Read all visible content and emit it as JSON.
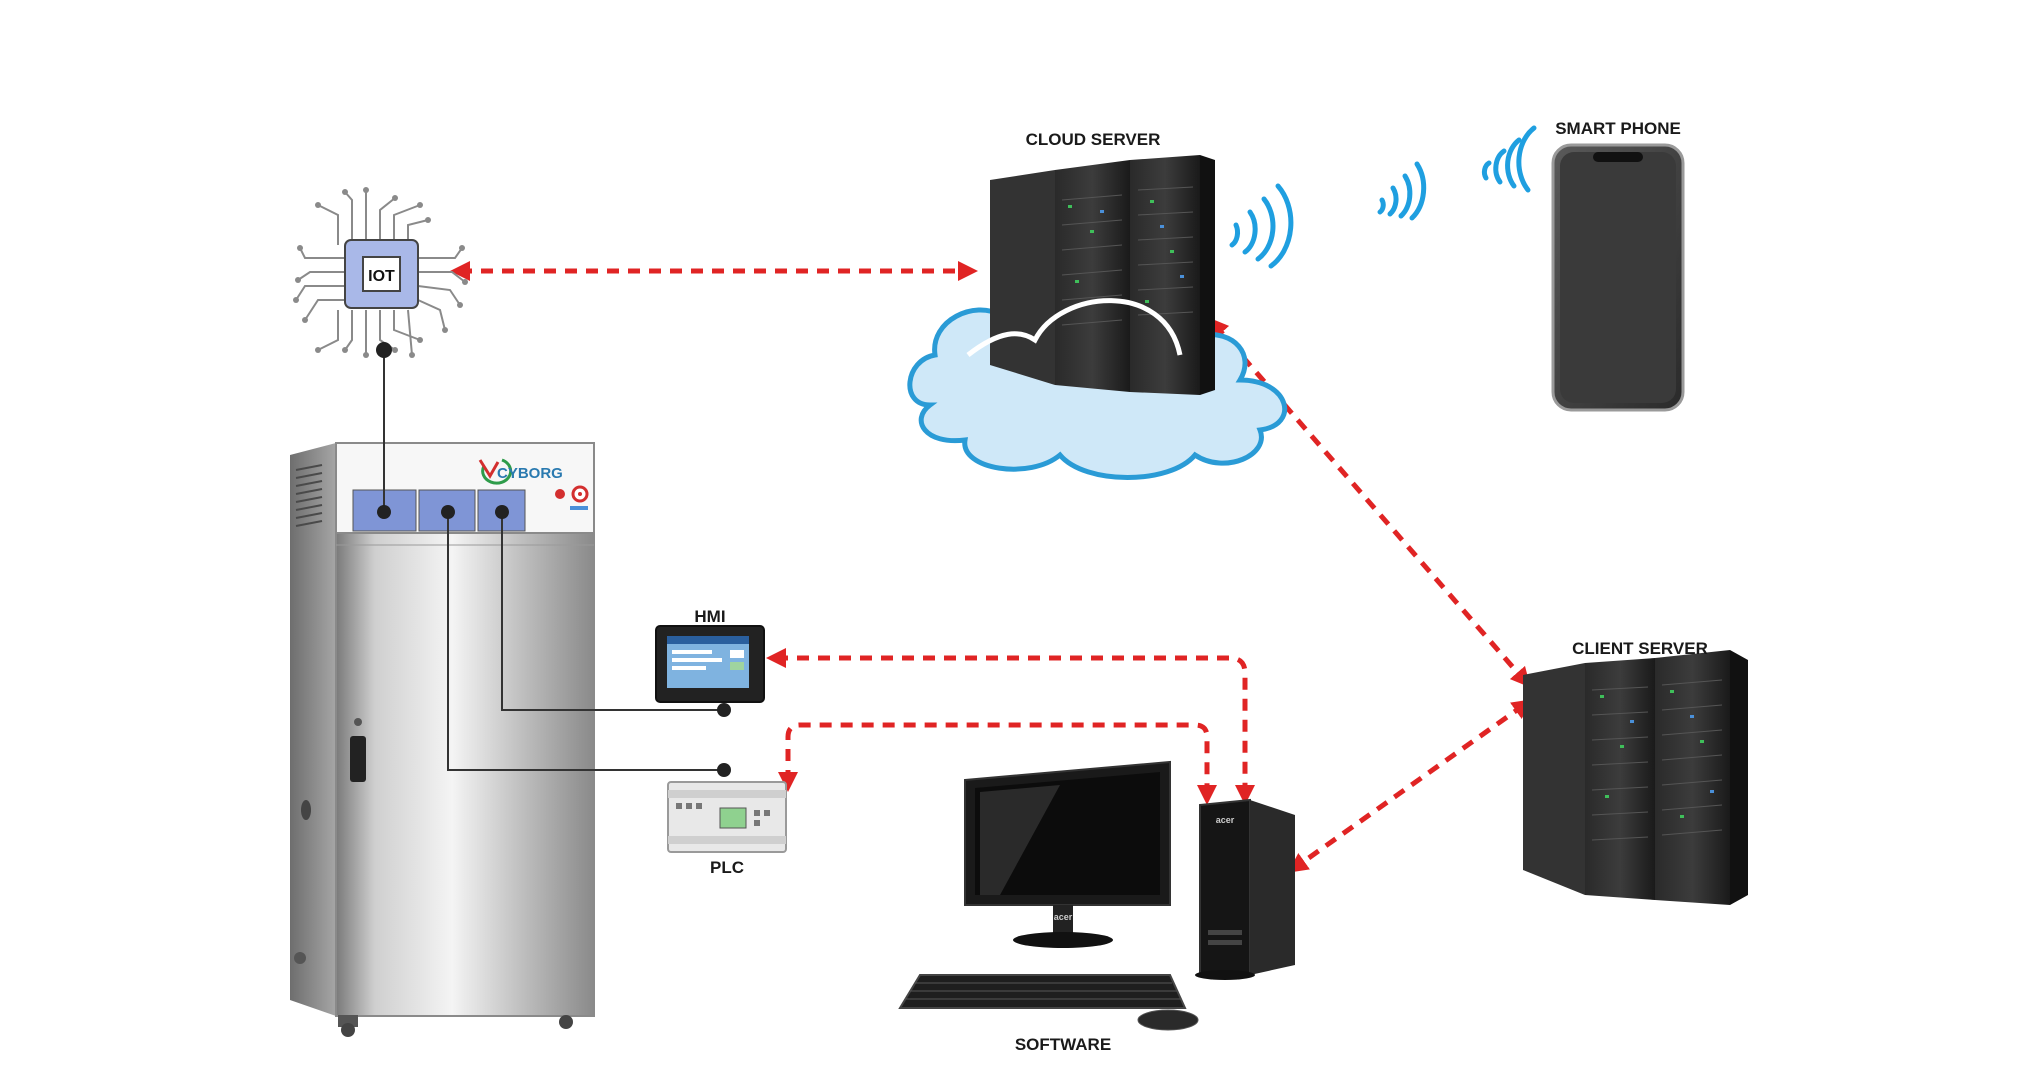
{
  "labels": {
    "cloud_server": "CLOUD SERVER",
    "smart_phone": "SMART PHONE",
    "iot": "IOT",
    "hmi": "HMI",
    "plc": "PLC",
    "client_server": "CLIENT SERVER",
    "software": "SOFTWARE",
    "brand": "CYBORG",
    "monitor_brand": "acer",
    "tower_brand": "acer"
  },
  "colors": {
    "link": "#e02424",
    "wifi": "#1f9fe0",
    "cloud_fill": "#cfe8f8",
    "cloud_stroke": "#2a9bd6",
    "panel_blue": "#7f95d6",
    "chip_blue": "#a9b8e8",
    "wire": "#333333"
  },
  "icons": [
    "iot-chip-icon",
    "cloud-icon",
    "server-rack-icon",
    "wifi-icon",
    "smartphone-icon",
    "cabinet-icon",
    "hmi-icon",
    "plc-icon",
    "desktop-computer-icon",
    "keyboard-icon",
    "mouse-icon"
  ]
}
